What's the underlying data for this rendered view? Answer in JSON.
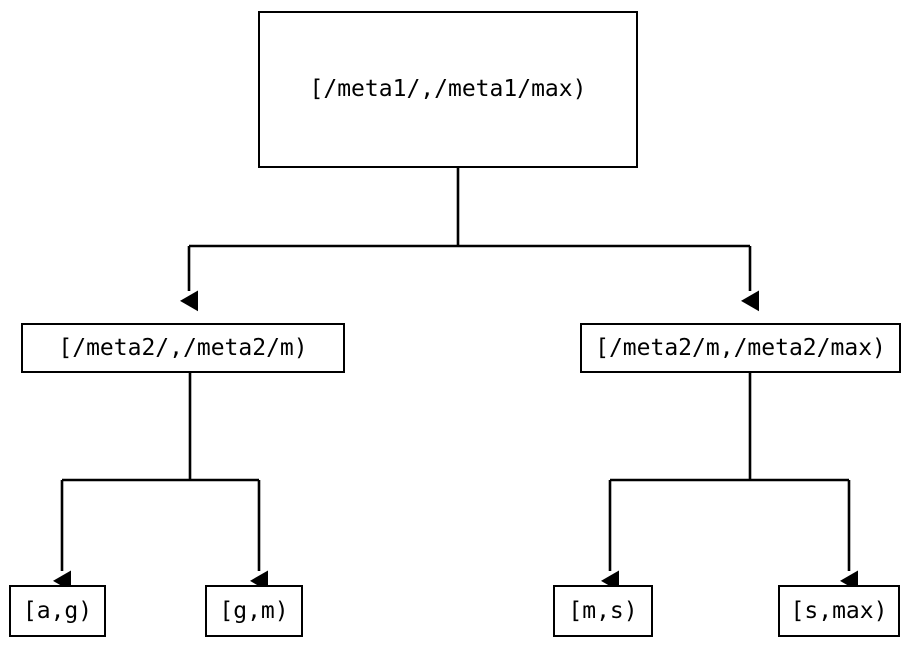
{
  "diagram": {
    "type": "tree",
    "title": "",
    "background_color": "#ffffff",
    "line_color": "#000000",
    "text_color": "#000000",
    "nodes": {
      "root": {
        "label": "[/meta1/,/meta1/max)"
      },
      "mid_left": {
        "label": "[/meta2/,/meta2/m)"
      },
      "mid_right": {
        "label": "[/meta2/m,/meta2/max)"
      },
      "leaf_ag": {
        "label": "[a,g)"
      },
      "leaf_gm": {
        "label": "[g,m)"
      },
      "leaf_ms": {
        "label": "[m,s)"
      },
      "leaf_smax": {
        "label": "[s,max)"
      }
    },
    "edges": [
      {
        "from": "root",
        "to": "mid_left",
        "arrow": "down"
      },
      {
        "from": "root",
        "to": "mid_right",
        "arrow": "down"
      },
      {
        "from": "mid_left",
        "to": "leaf_ag",
        "arrow": "down"
      },
      {
        "from": "mid_left",
        "to": "leaf_gm",
        "arrow": "down"
      },
      {
        "from": "mid_right",
        "to": "leaf_ms",
        "arrow": "down"
      },
      {
        "from": "mid_right",
        "to": "leaf_smax",
        "arrow": "down"
      }
    ]
  }
}
